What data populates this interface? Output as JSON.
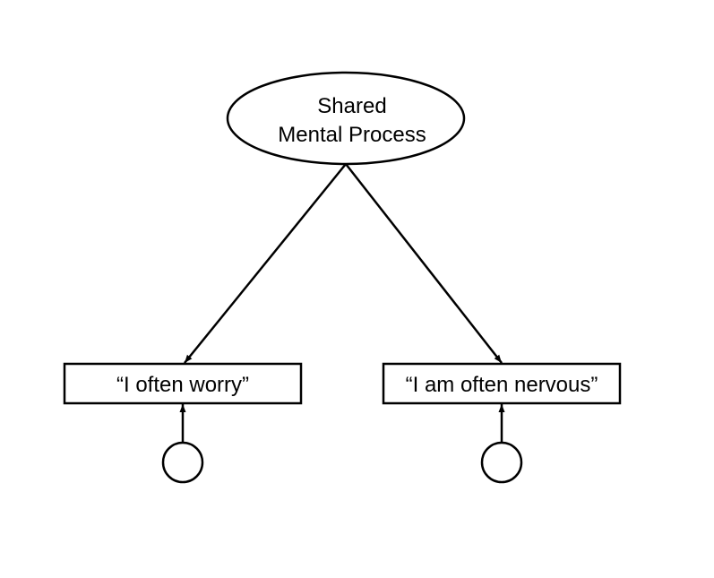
{
  "latent": {
    "line1": "Shared",
    "line2": "Mental Process"
  },
  "items": [
    {
      "text": "“I often worry”"
    },
    {
      "text": "“I am often nervous”"
    }
  ],
  "colors": {
    "stroke": "#000000",
    "fill": "#ffffff"
  }
}
